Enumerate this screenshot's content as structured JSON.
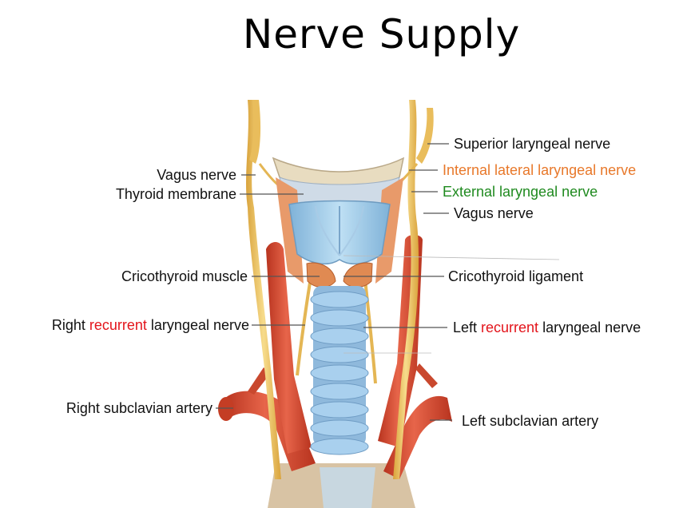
{
  "title": "Nerve Supply",
  "labels": {
    "superior_laryngeal_nerve": "Superior laryngeal nerve",
    "internal_lateral_laryngeal_nerve": "Internal lateral laryngeal nerve",
    "external_laryngeal_nerve": "External laryngeal nerve",
    "vagus_nerve_right": "Vagus nerve",
    "vagus_nerve_left": "Vagus nerve",
    "thyroid_membrane": "Thyroid membrane",
    "cricothyroid_muscle": "Cricothyroid muscle",
    "cricothyroid_ligament": "Cricothyroid ligament",
    "right_recurrent": {
      "pre": "Right ",
      "hl": "recurrent",
      "post": " laryngeal nerve"
    },
    "left_recurrent": {
      "pre": "Left ",
      "hl": "recurrent",
      "post": " laryngeal nerve"
    },
    "right_subclavian_artery": "Right subclavian artery",
    "left_subclavian_artery": "Left subclavian artery"
  },
  "colors": {
    "internal_label": "#e8782a",
    "external_label": "#1f8a1f",
    "recurrent_word": "#e3141b",
    "nerve": "#e8c060",
    "artery": "#d9533a",
    "cartilage": "#9cc7e6",
    "muscle": "#e89a6a"
  }
}
